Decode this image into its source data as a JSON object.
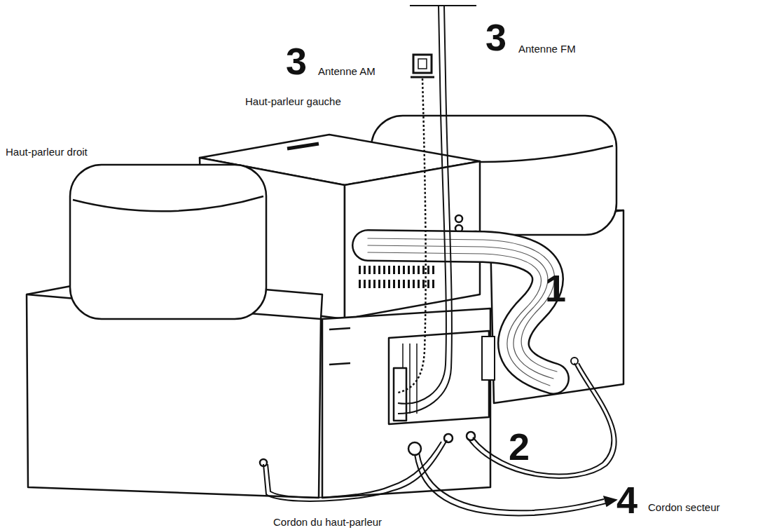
{
  "diagram": {
    "labels": [
      "3",
      "Antenne AM",
      "3",
      "Antenne FM",
      "Haut-parleur gauche",
      "Haut-parleur droit",
      "1",
      "2",
      "4",
      "Cordon secteur",
      "Cordon du haut-parleur"
    ]
  }
}
